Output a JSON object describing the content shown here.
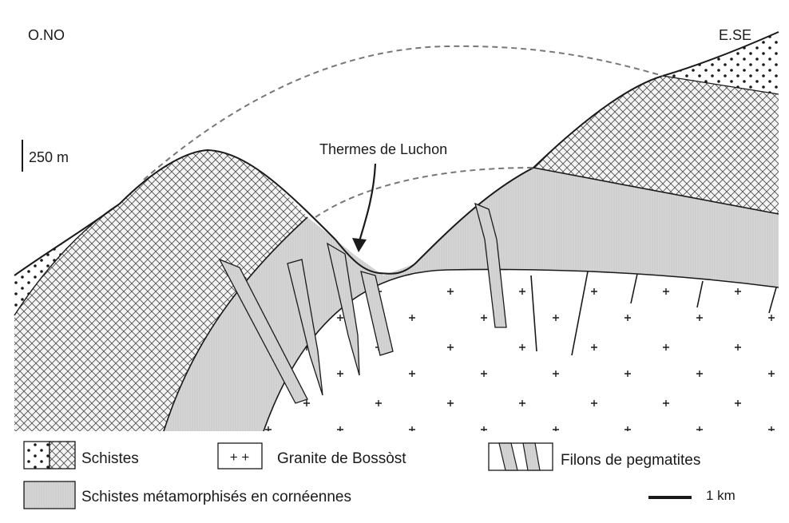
{
  "orientation": {
    "west": "O.NO",
    "east": "E.SE"
  },
  "scale_bars": {
    "vertical": "250 m",
    "horizontal": "1 km"
  },
  "annotation": "Thermes de Luchon",
  "legend": [
    {
      "key": "schistes",
      "label": "Schistes"
    },
    {
      "key": "granite",
      "label": "Granite de Bossòst",
      "symbol": "+ +"
    },
    {
      "key": "pegmatites",
      "label": "Filons de pegmatites"
    },
    {
      "key": "corneennes",
      "label": "Schistes métamorphisés en cornéennes"
    }
  ],
  "colors": {
    "line": "#1a1a1a",
    "hatch": "#333333",
    "corneennes": "#d9d9d9",
    "dash": "#777777"
  }
}
